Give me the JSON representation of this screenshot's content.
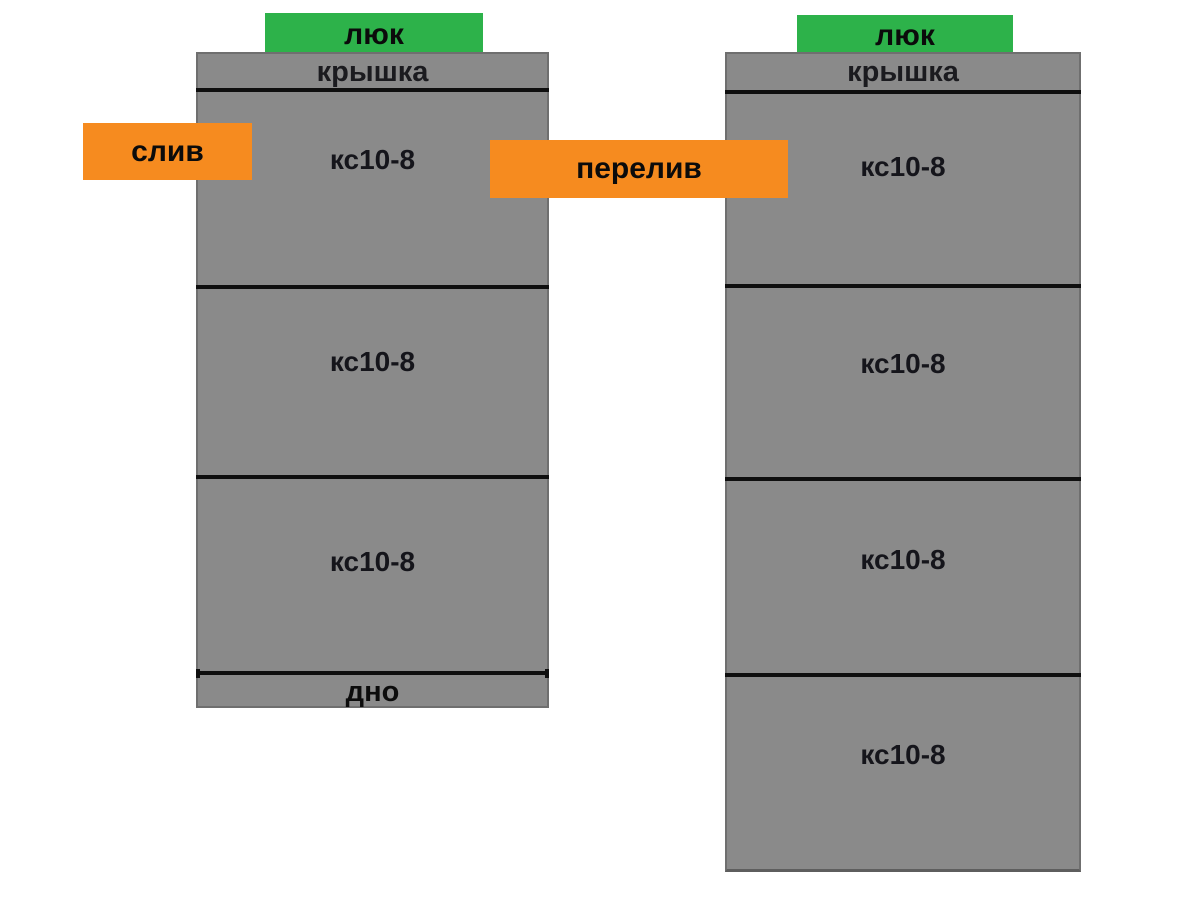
{
  "diagram": {
    "title_hint": "septic well assembly from concrete rings",
    "left_tank": {
      "hatch_label": "люк",
      "cover_label": "крышка",
      "rings": [
        "кс10-8",
        "кс10-8",
        "кс10-8"
      ],
      "bottom_label": "дно",
      "drain_label": "слив"
    },
    "right_tank": {
      "hatch_label": "люк",
      "cover_label": "крышка",
      "rings": [
        "кс10-8",
        "кс10-8",
        "кс10-8",
        "кс10-8"
      ]
    },
    "overflow_label": "перелив",
    "colors": {
      "ring_gray": "#8a8a8a",
      "hatch_green": "#2db24a",
      "pipe_orange": "#f68b1f",
      "joint_black": "#0f0f0f",
      "background": "#ffffff"
    }
  }
}
